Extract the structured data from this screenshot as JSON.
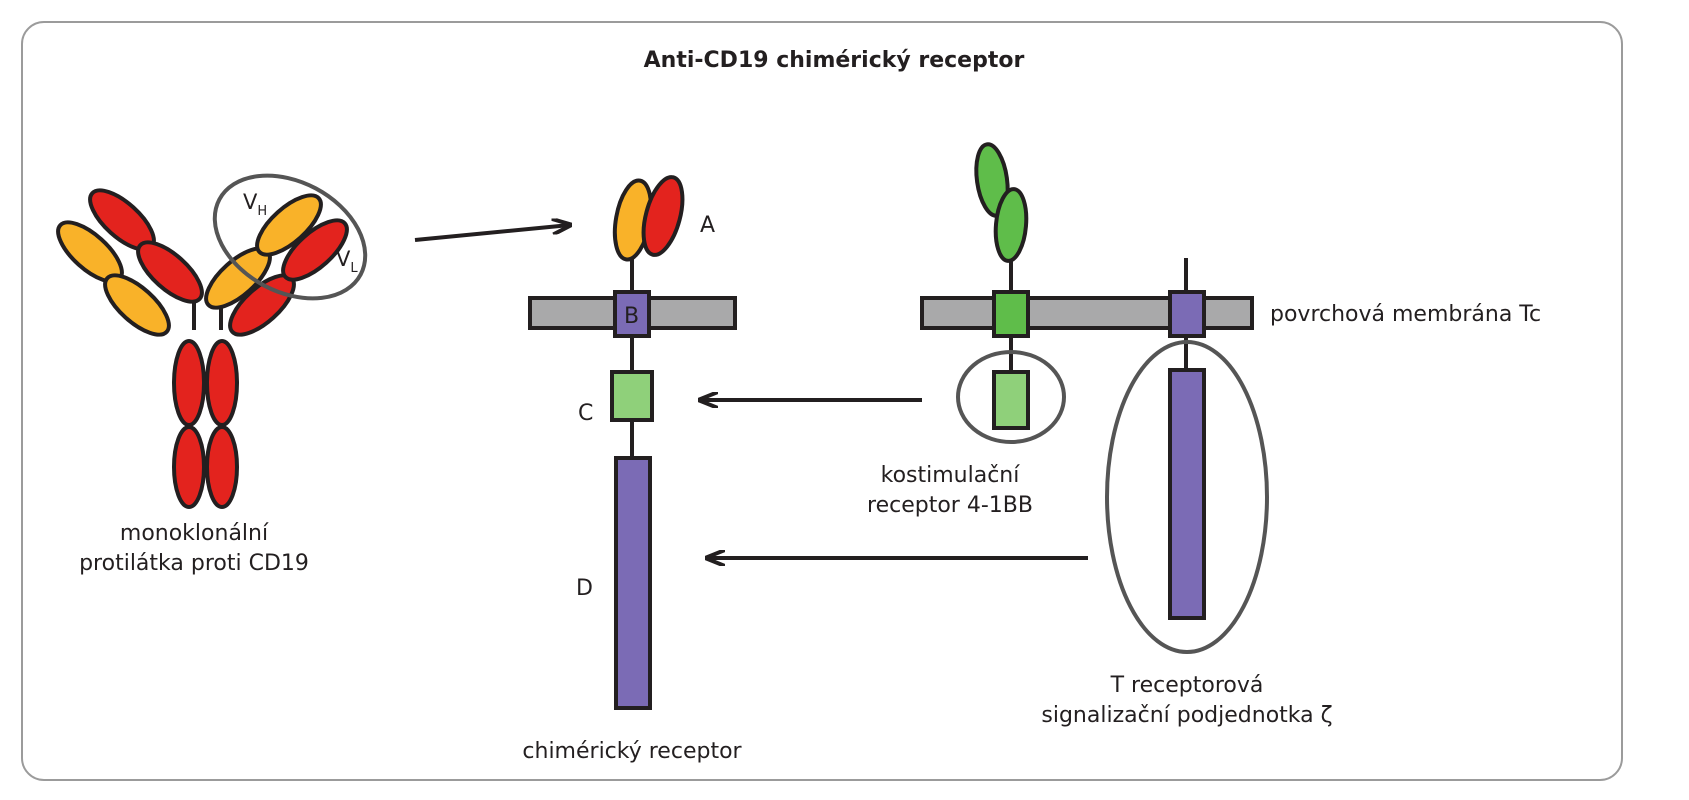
{
  "title": "Anti-CD19 chimérický receptor",
  "antibody": {
    "caption_line1": "monoklonální",
    "caption_line2": "protilátka proti CD19",
    "vh_label": "V",
    "vh_sub": "H",
    "vl_label": "V",
    "vl_sub": "L"
  },
  "chimeric": {
    "label_a": "A",
    "label_b": "B",
    "label_c": "C",
    "label_d": "D",
    "caption": "chimérický receptor"
  },
  "tcell": {
    "membrane_label": "povrchová membrána Tc",
    "costim_line1": "kostimulační",
    "costim_line2": "receptor 4-1BB",
    "zeta_line1": "T receptorová",
    "zeta_line2": "signalizační podjednotka ζ"
  },
  "colors": {
    "red": "#e3231e",
    "yellow": "#f9b229",
    "green": "#5fbd4a",
    "light_green": "#8fd07a",
    "purple": "#7b6bb5",
    "membrane": "#a9a9aa",
    "outline": "#231f20",
    "circle": "#555555"
  }
}
